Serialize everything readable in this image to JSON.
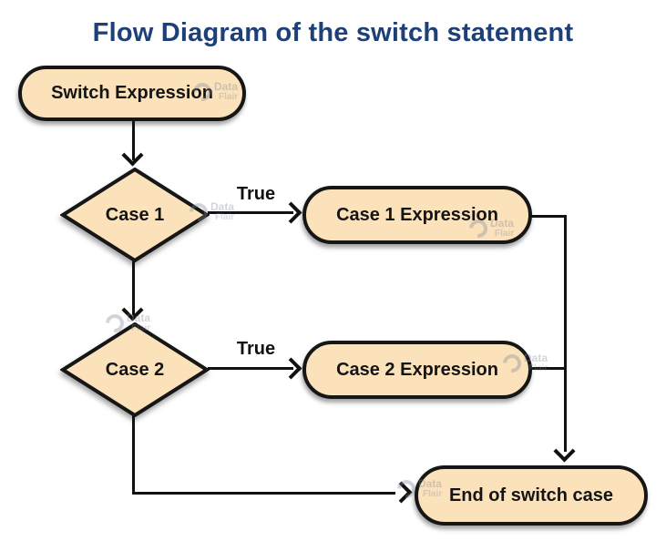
{
  "title": "Flow Diagram of the switch statement",
  "colors": {
    "title_text": "#1c4077",
    "shape_fill": "#fbe2ba",
    "shape_border": "#161616",
    "connector": "#111111",
    "background": "#ffffff"
  },
  "watermark": {
    "line1": "Data",
    "line2": "Flair"
  },
  "nodes": {
    "switch_expression": {
      "label": "Switch Expression",
      "shape": "rounded-rectangle"
    },
    "case1": {
      "label": "Case 1",
      "shape": "diamond"
    },
    "case1_expression": {
      "label": "Case 1 Expression",
      "shape": "rounded-rectangle"
    },
    "case2": {
      "label": "Case 2",
      "shape": "diamond"
    },
    "case2_expression": {
      "label": "Case 2 Expression",
      "shape": "rounded-rectangle"
    },
    "end_of_switch": {
      "label": "End of switch case",
      "shape": "rounded-rectangle"
    }
  },
  "edge_labels": {
    "case1_true": "True",
    "case2_true": "True"
  }
}
